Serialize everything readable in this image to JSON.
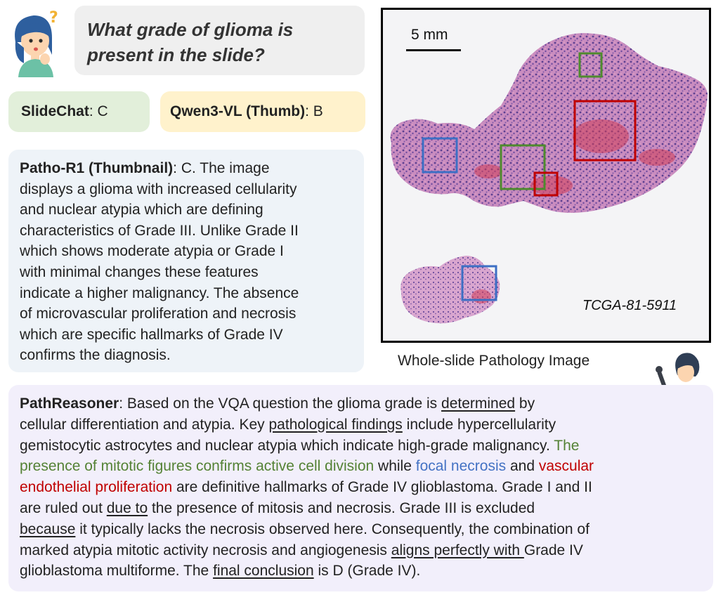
{
  "question": {
    "lines": [
      "What grade of glioma is",
      "present in the slide?"
    ]
  },
  "slidechat": {
    "name": "SlideChat",
    "answer": ": C"
  },
  "qwen": {
    "name": "Qwen3-VL (Thumb)",
    "answer": ": B"
  },
  "patho_r1": {
    "name": "Patho-R1 (Thumbnail)",
    "first_line_rest": ": C. The image",
    "lines": [
      "displays a glioma with increased cellularity",
      "and nuclear atypia which are defining",
      "characteristics of Grade III.  Unlike Grade II",
      "which shows moderate atypia or Grade I",
      "with minimal changes these features",
      "indicate a higher malignancy. The absence",
      "of microvascular proliferation and necrosis",
      "which are specific hallmarks of Grade IV",
      "confirms the diagnosis."
    ]
  },
  "slide": {
    "scalebar": "5 mm",
    "case_id": "TCGA-81-5911",
    "caption": "Whole-slide Pathology Image"
  },
  "reasoner": {
    "name": "PathReasoner",
    "l1a": ": Based on the VQA question the glioma grade is ",
    "l1u": "determined",
    "l1b": " by",
    "l2a": "cellular differentiation and atypia. Key ",
    "l2u": "pathological findings",
    "l2b": " include hypercellularity",
    "l3a": "gemistocytic astrocytes and nuclear atypia which indicate high-grade malignancy. ",
    "l3g": "The",
    "l4g": "presence of mitotic figures confirms active  cell division",
    "l4a": " while ",
    "l4b": "focal necrosis",
    "l4c": " and ",
    "l4r": "vascular",
    "l5r": "endothelial proliferation",
    "l5a": " are definitive hallmarks of Grade IV glioblastoma. Grade I and II",
    "l6a": "are ruled out ",
    "l6u": "due to",
    "l6b": " the presence of mitosis and necrosis. Grade III  is excluded",
    "l7u": "because",
    "l7a": " it typically lacks the necrosis observed here. Consequently, the combination of",
    "l8a": "marked atypia mitotic activity necrosis and angiogenesis ",
    "l8u": "aligns perfectly with ",
    "l8b": "Grade IV",
    "l9a": "glioblastoma multiforme. The ",
    "l9u": "final conclusion",
    "l9b": " is D (Grade IV)."
  },
  "colors": {
    "green_text": "#548235",
    "blue_text": "#4472c4",
    "red_text": "#c00000",
    "roi_green": "#4f8a2e",
    "roi_blue": "#3d6fc4",
    "roi_red": "#c00000"
  },
  "icons": {
    "user": "thinking-student-icon",
    "scientist": "scientist-microscope-icon"
  }
}
